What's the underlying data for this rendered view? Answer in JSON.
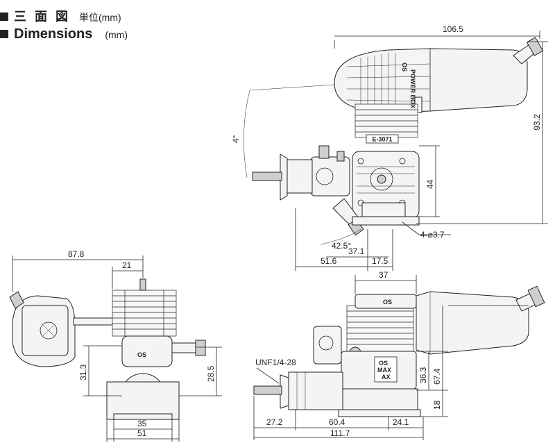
{
  "header": {
    "title_jp": "三面図",
    "unit_jp": "単位(mm)",
    "title_en": "Dimensions",
    "unit_en": "(mm)"
  },
  "dimensions": {
    "top_width": "106.5",
    "top_height": "93.2",
    "angle_4": "4°",
    "head_44": "44",
    "holes": "4-⌀3.7",
    "angle_42": "42.5°",
    "d_37_1": "37.1",
    "d_51_6": "51.6",
    "d_17_5": "17.5",
    "left_87_8": "87.8",
    "left_21": "21",
    "left_31_3": "31.3",
    "left_28_5": "28.5",
    "left_35": "35",
    "left_51": "51",
    "side_37": "37",
    "unf": "UNF1/4-28",
    "side_36_3": "36.3",
    "side_67_4": "67.4",
    "side_18": "18",
    "side_27_2": "27.2",
    "side_60_4": "60.4",
    "side_24_1": "24.1",
    "side_111_7": "111.7"
  },
  "labels": {
    "powerbox": "POWER BOX",
    "os_top": "OS",
    "part_no": "E-3071",
    "os_side": "OS",
    "os_left": "OS",
    "os_side2": "OS",
    "max": "MAX",
    "ax": "AX"
  }
}
